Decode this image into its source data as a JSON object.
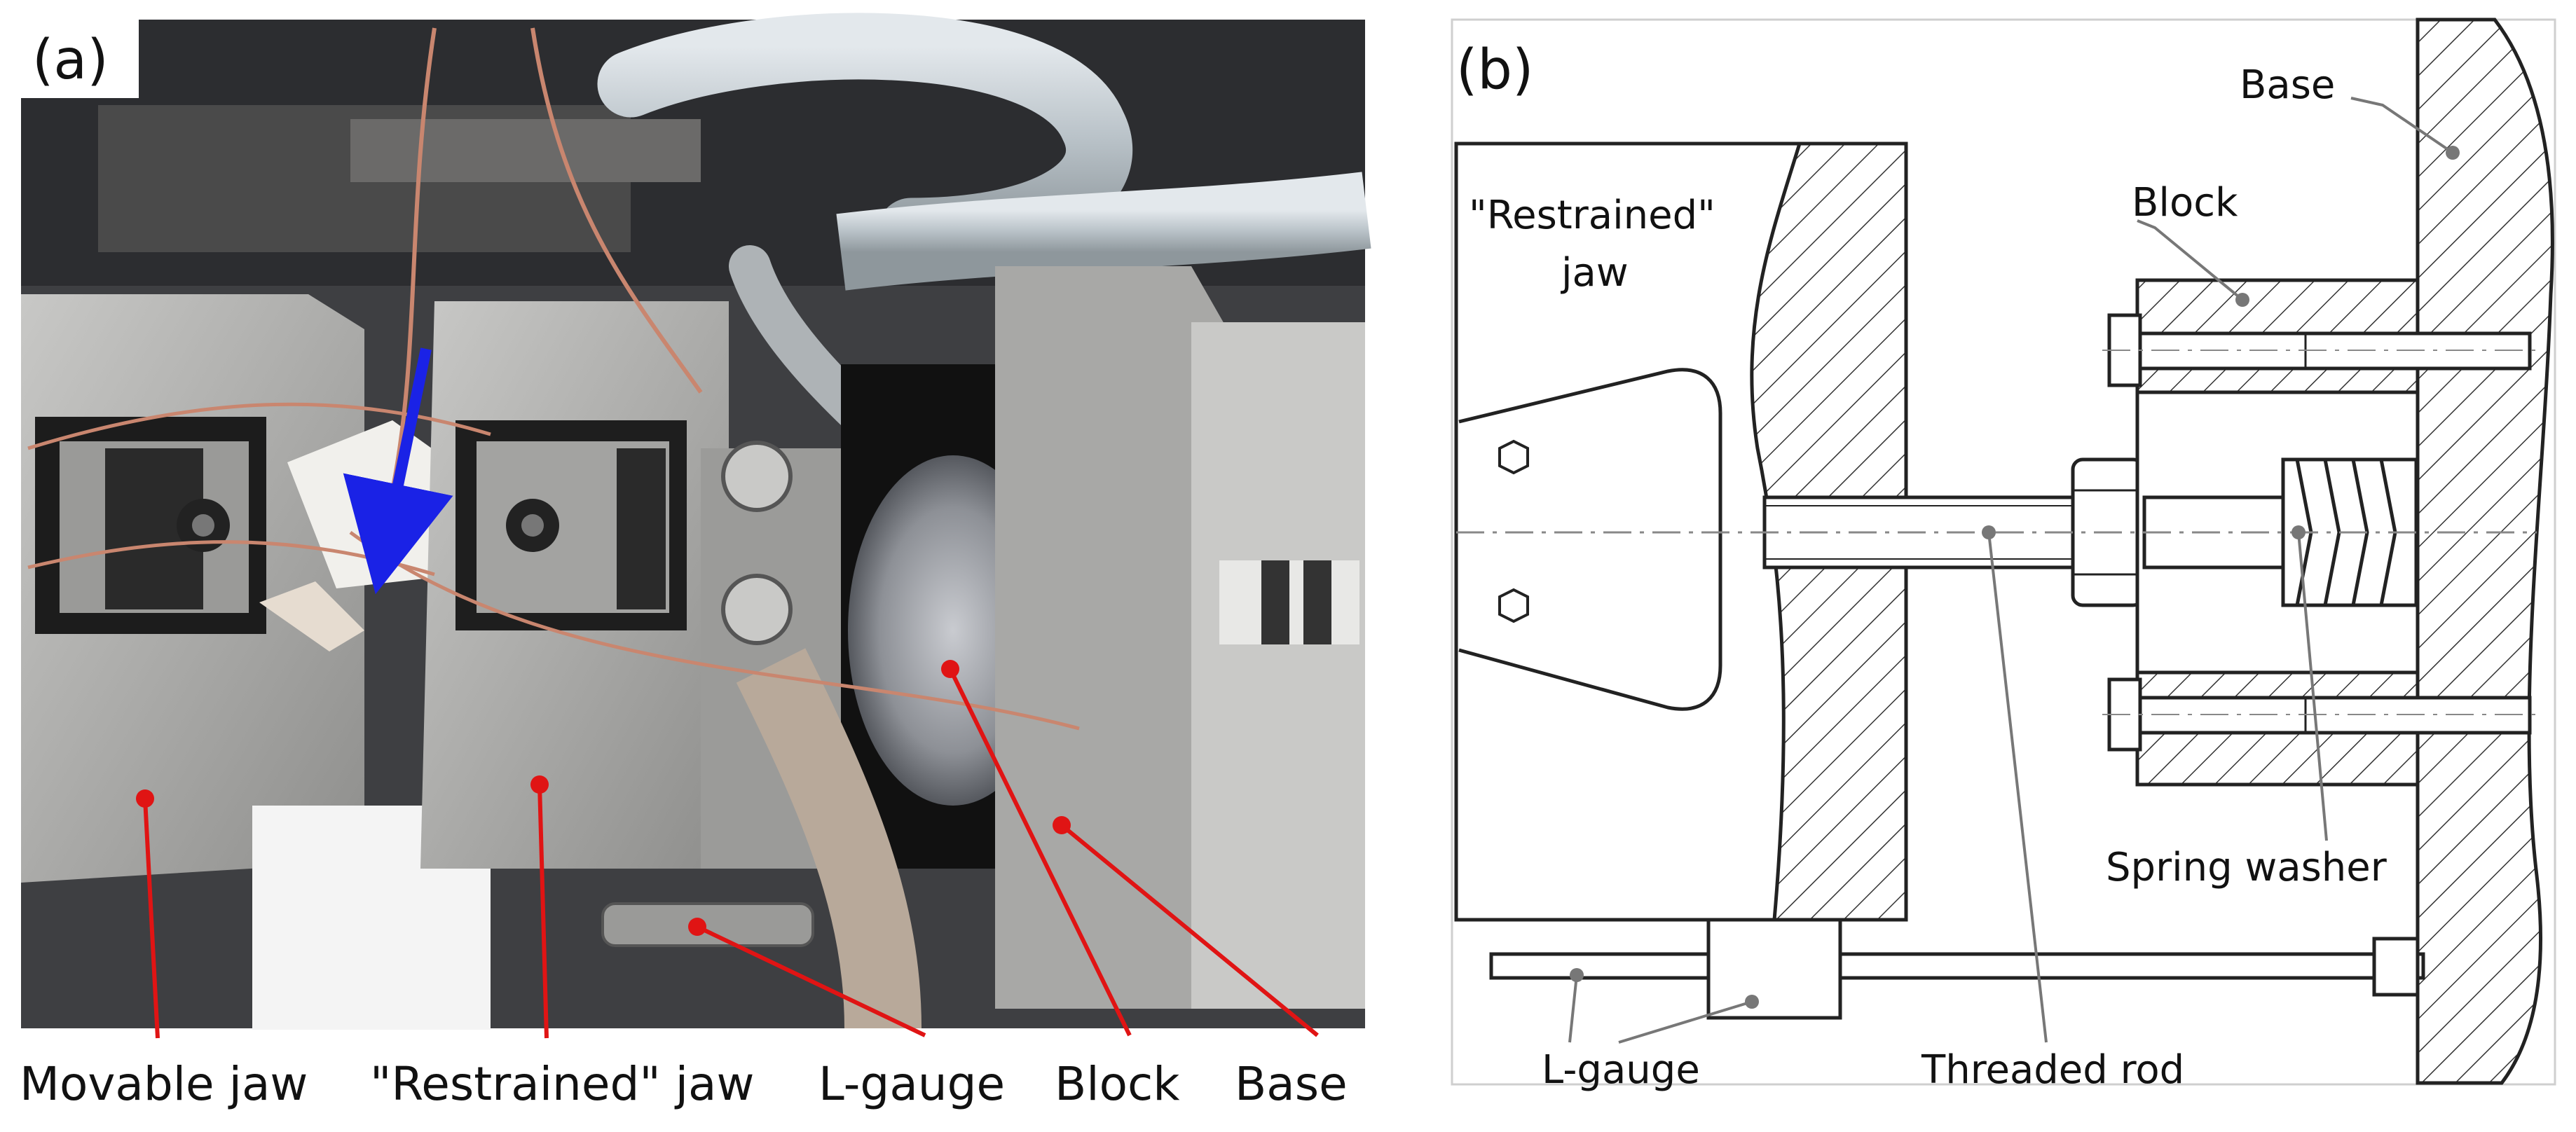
{
  "panel_a": {
    "tag": "(a)",
    "arrow_color": "#1a22e6",
    "leader_color": "#e01414",
    "labels": {
      "movable_jaw": "Movable jaw",
      "restrained_jaw": "\"Restrained\" jaw",
      "l_gauge": "L-gauge",
      "block": "Block",
      "base": "Base"
    }
  },
  "panel_b": {
    "tag": "(b)",
    "jaw_line1": "\"Restrained\"",
    "jaw_line2": "jaw",
    "labels": {
      "base": "Base",
      "block": "Block",
      "spring_washer": "Spring washer",
      "l_gauge": "L-gauge",
      "threaded_rod": "Threaded rod"
    }
  }
}
